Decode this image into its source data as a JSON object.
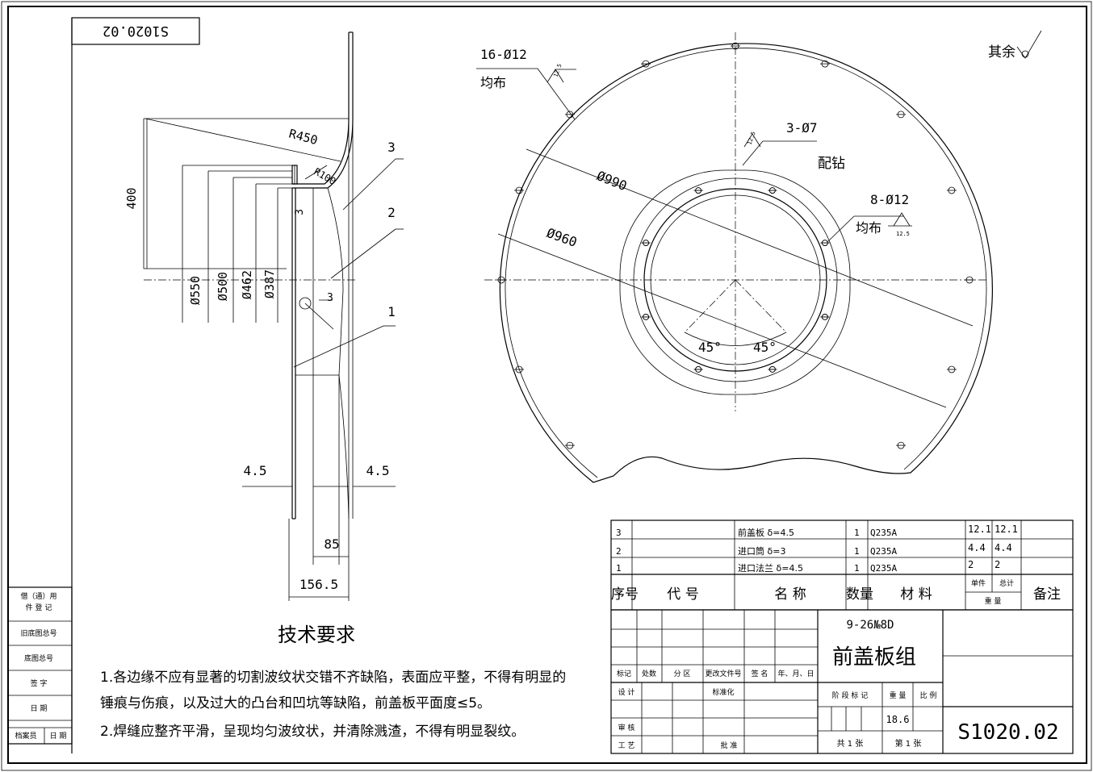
{
  "drawing_number": "S1020.02",
  "drawing_number_rotated": "S1020.02",
  "section_view": {
    "dims": {
      "r450": "R450",
      "r100": "R100",
      "d400": "400",
      "d550": "Ø550",
      "d500": "Ø500",
      "d462": "Ø462",
      "d387": "Ø387",
      "three_a": "3",
      "three_b": "3",
      "left_45": "4.5",
      "right_45": "4.5",
      "d85": "85",
      "d156": "156.5"
    },
    "callouts": [
      "3",
      "2",
      "1"
    ]
  },
  "front_view": {
    "holes16": "16-Ø12",
    "holes16_note": "均布",
    "holes3": "3-Ø7",
    "holes3_note": "配钻",
    "holes8": "8-Ø12",
    "holes8_note": "均布",
    "d990": "Ø990",
    "d960": "Ø960",
    "angle1": "45°",
    "angle2": "45°",
    "rough1": "12.5",
    "rough2": "12.5",
    "rough3": "12.5"
  },
  "surface_note": "其余",
  "tech_req": {
    "title": "技术要求",
    "lines": [
      "1.各边缘不应有显著的切割波纹状交错不齐缺陷，表面应平整，不得有明显的",
      "锤痕与伤痕，以及过大的凸台和凹坑等缺陷，前盖板平面度≤5。",
      "2.焊缝应整齐平滑，呈现均匀波纹状，并清除溅渣，不得有明显裂纹。"
    ]
  },
  "side_block": [
    "借（通）用",
    "件 登 记",
    "旧底图总号",
    "底图总号",
    "签 字",
    "日 期",
    "档案员",
    "日 期"
  ],
  "bom": {
    "rows": [
      {
        "no": "3",
        "code": "",
        "name": "前盖板 δ=4.5",
        "qty": "1",
        "material": "Q235A",
        "unit_wt": "12.1",
        "total_wt": "12.1",
        "note": ""
      },
      {
        "no": "2",
        "code": "",
        "name": "进口筒 δ=3",
        "qty": "1",
        "material": "Q235A",
        "unit_wt": "4.4",
        "total_wt": "4.4",
        "note": ""
      },
      {
        "no": "1",
        "code": "",
        "name": "进口法兰 δ=4.5",
        "qty": "1",
        "material": "Q235A",
        "unit_wt": "2",
        "total_wt": "2",
        "note": ""
      }
    ],
    "headers": {
      "no": "序号",
      "code": "代 号",
      "name": "名 称",
      "qty": "数量",
      "material": "材 料",
      "unit": "单件",
      "total": "总计",
      "weight": "重 量",
      "note": "备注"
    }
  },
  "title_block": {
    "model": "9-26№8D",
    "part_name": "前盖板组",
    "rev_headers": [
      "标记",
      "处数",
      "分 区",
      "更改文件号",
      "签 名",
      "年、月、日"
    ],
    "design": "设 计",
    "standard": "标准化",
    "review": "审 核",
    "process": "工 艺",
    "approve": "批 准",
    "stage": "阶 段 标 记",
    "weight": "重 量",
    "scale": "比 例",
    "weight_value": "18.6",
    "sheets_total": "共 1 张",
    "sheet_no": "第 1 张",
    "drawing_no": "S1020.02"
  }
}
